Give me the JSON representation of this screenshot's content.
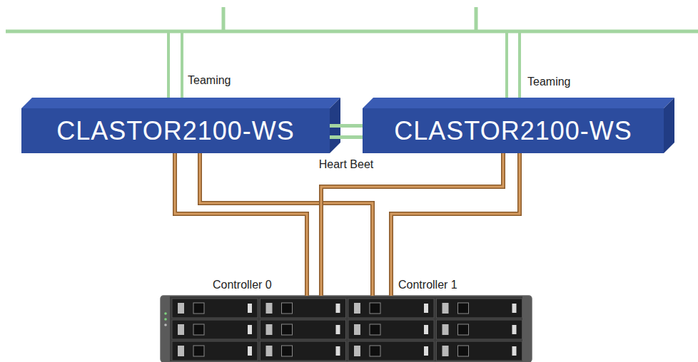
{
  "diagram": {
    "nodes": [
      {
        "text": [
          "CLASTOR2100-WS"
        ]
      },
      {
        "text": [
          "CLASTOR2100-WS"
        ]
      },
      {
        "text": [
          "Controller 0",
          "Controller 1"
        ]
      }
    ],
    "edges": [
      {
        "from": 0,
        "to": 1,
        "arrow": "none",
        "label": "Heart Beet"
      },
      {
        "from": 0,
        "to": 2,
        "arrow": "none"
      },
      {
        "from": 0,
        "to": 2,
        "arrow": "none"
      },
      {
        "from": 1,
        "to": 2,
        "arrow": "none"
      },
      {
        "from": 1,
        "to": 2,
        "arrow": "none"
      }
    ],
    "labels": [
      "Teaming",
      "Teaming"
    ]
  }
}
